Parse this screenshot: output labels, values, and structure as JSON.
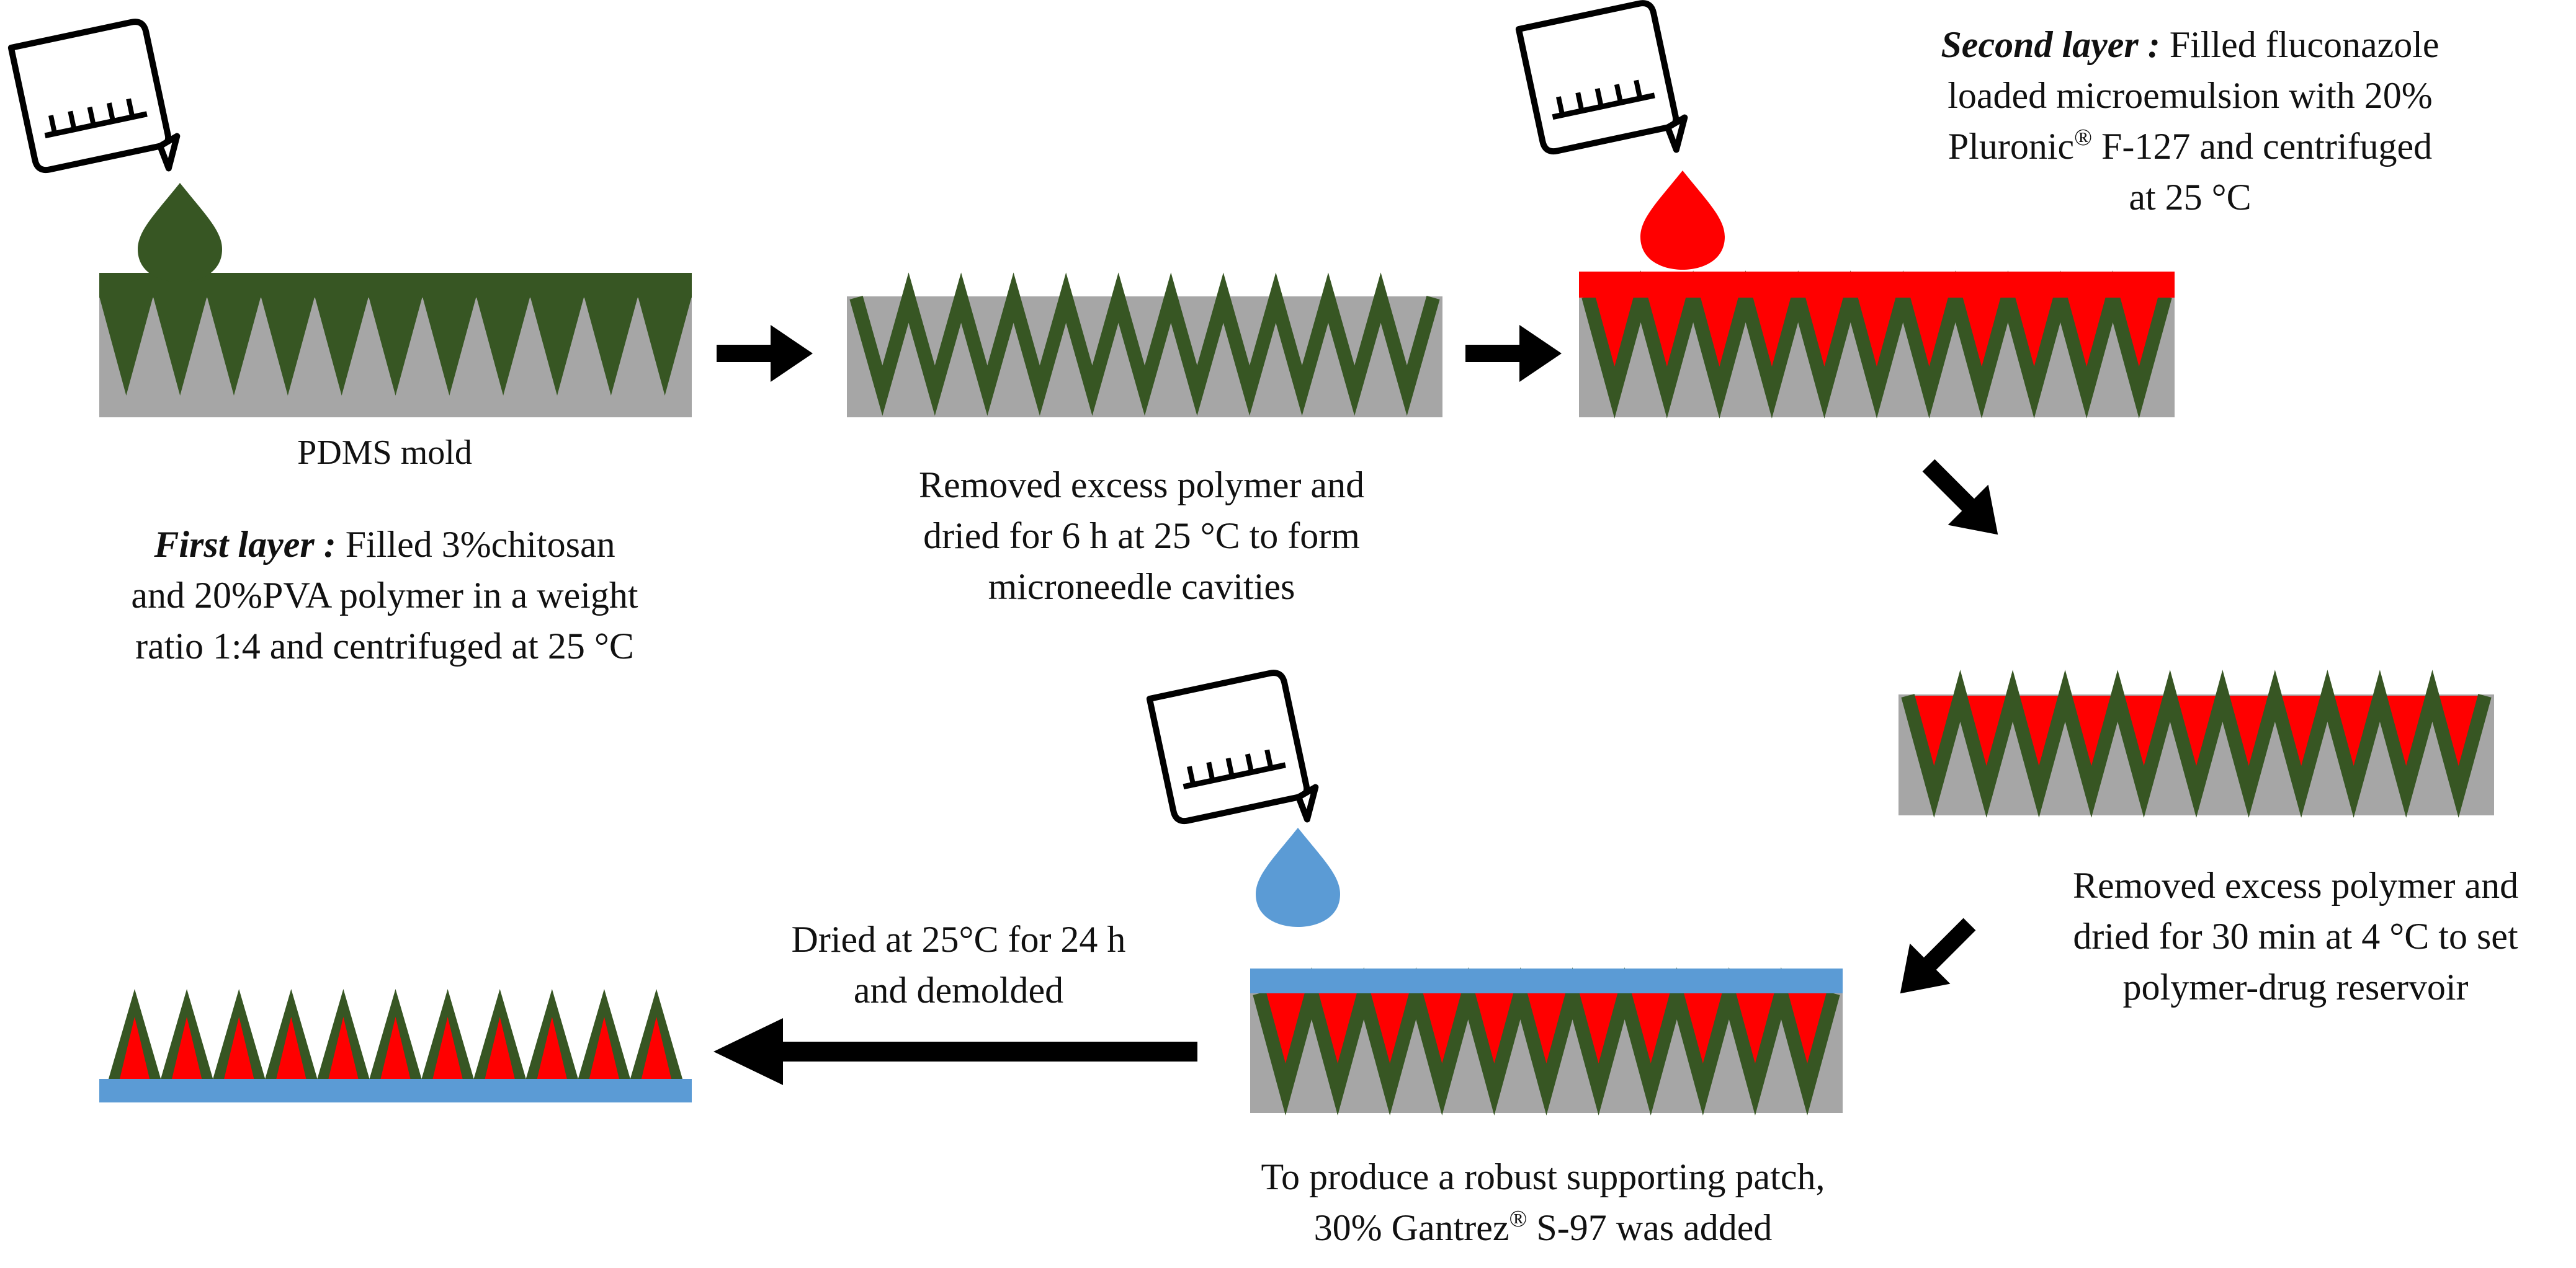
{
  "colors": {
    "mold": "#a6a6a6",
    "chitosan_pva": "#375623",
    "drug_layer": "#ff0000",
    "gantrez": "#5b9bd5",
    "arrow": "#000000"
  },
  "steps": {
    "first": {
      "mold_label": "PDMS mold",
      "title": "First layer :",
      "line1_rest": " Filled 3%chitosan",
      "line2": "and 20%PVA polymer in a weight",
      "line3": "ratio 1:4 and centrifuged at 25 °C"
    },
    "removed1": {
      "line1": "Removed excess polymer and",
      "line2": "dried for 6 h at 25 °C to form",
      "line3": "microneedle cavities"
    },
    "second": {
      "title": "Second layer :",
      "line1_rest": " Filled fluconazole",
      "line2": "loaded microemulsion with 20%",
      "line3_pre": "Pluronic",
      "line3_sup": "®",
      "line3_post": " F-127 and centrifuged",
      "line4": "at 25 °C"
    },
    "removed2": {
      "line1": "Removed excess polymer and",
      "line2": "dried for 30 min at 4 °C to set",
      "line3": "polymer-drug reservoir"
    },
    "support": {
      "line1": "To produce a robust supporting patch,",
      "line2_pre": "30% Gantrez",
      "line2_sup": "®",
      "line2_post": " S-97 was added"
    },
    "dried": {
      "line1": "Dried at 25°C for 24 h",
      "line2": "and demolded"
    }
  }
}
